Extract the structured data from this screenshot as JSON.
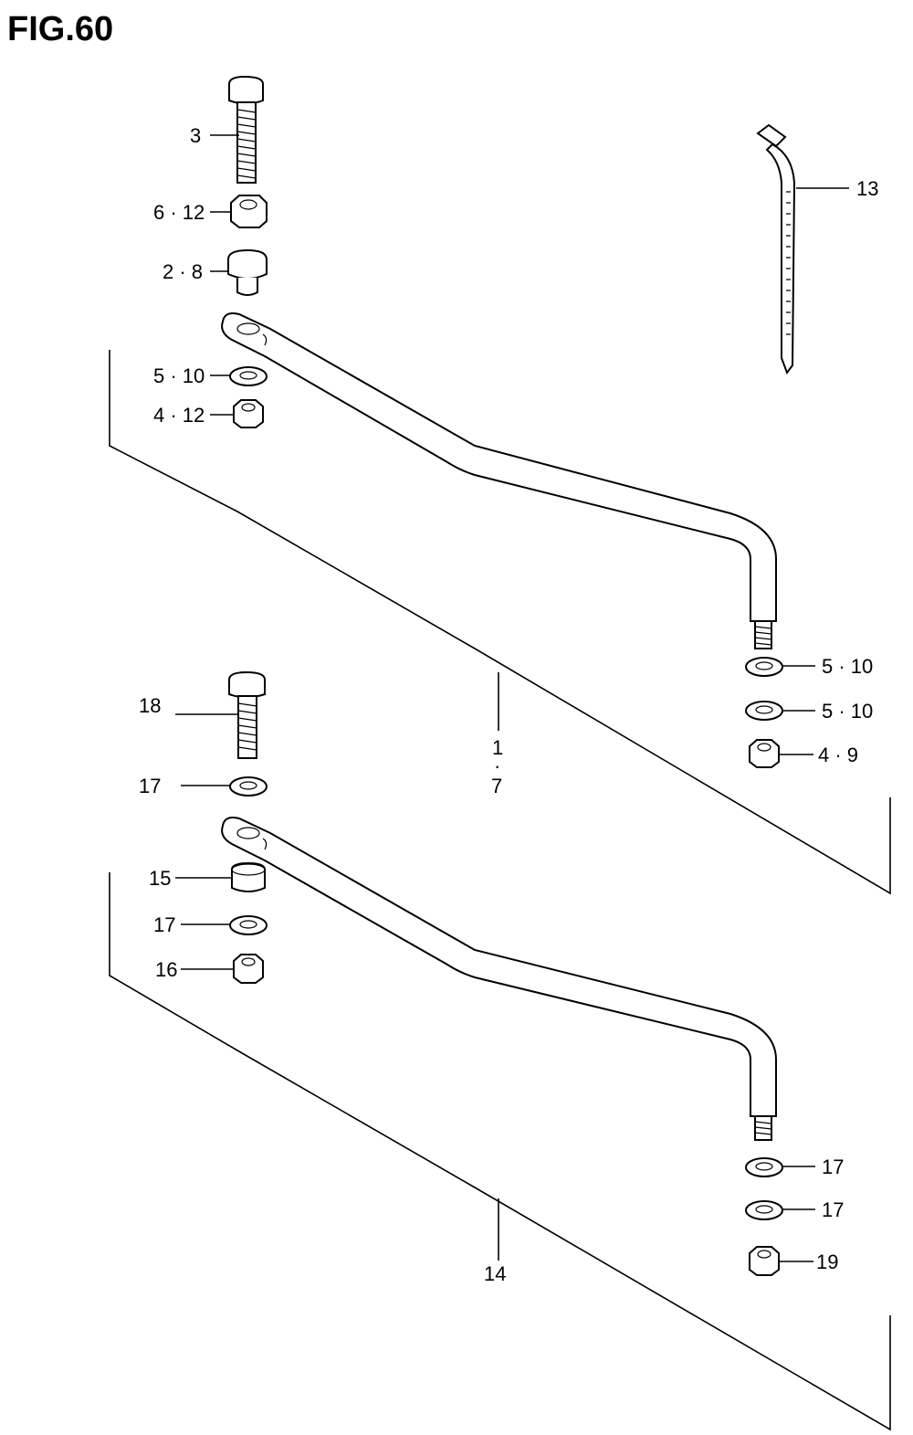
{
  "figure": {
    "title": "FIG.60"
  },
  "labels": {
    "p3": "3",
    "p6_12": "6 · 12",
    "p2_8": "2 · 8",
    "p5_10_top": "5 · 10",
    "p4_12": "4 · 12",
    "p13": "13",
    "p5_10_a": "5 · 10",
    "p5_10_b": "5 · 10",
    "p4_9": "4 · 9",
    "p1": "1",
    "p1_sep": "·",
    "p7": "7",
    "p18": "18",
    "p17_top": "17",
    "p15": "15",
    "p17_mid": "17",
    "p16": "16",
    "p17_a": "17",
    "p17_b": "17",
    "p19": "19",
    "p14": "14"
  },
  "icons": [
    "bolt-icon",
    "nut-icon",
    "collar-icon",
    "washer-icon",
    "cable-tie-icon",
    "steering-rod-icon"
  ]
}
